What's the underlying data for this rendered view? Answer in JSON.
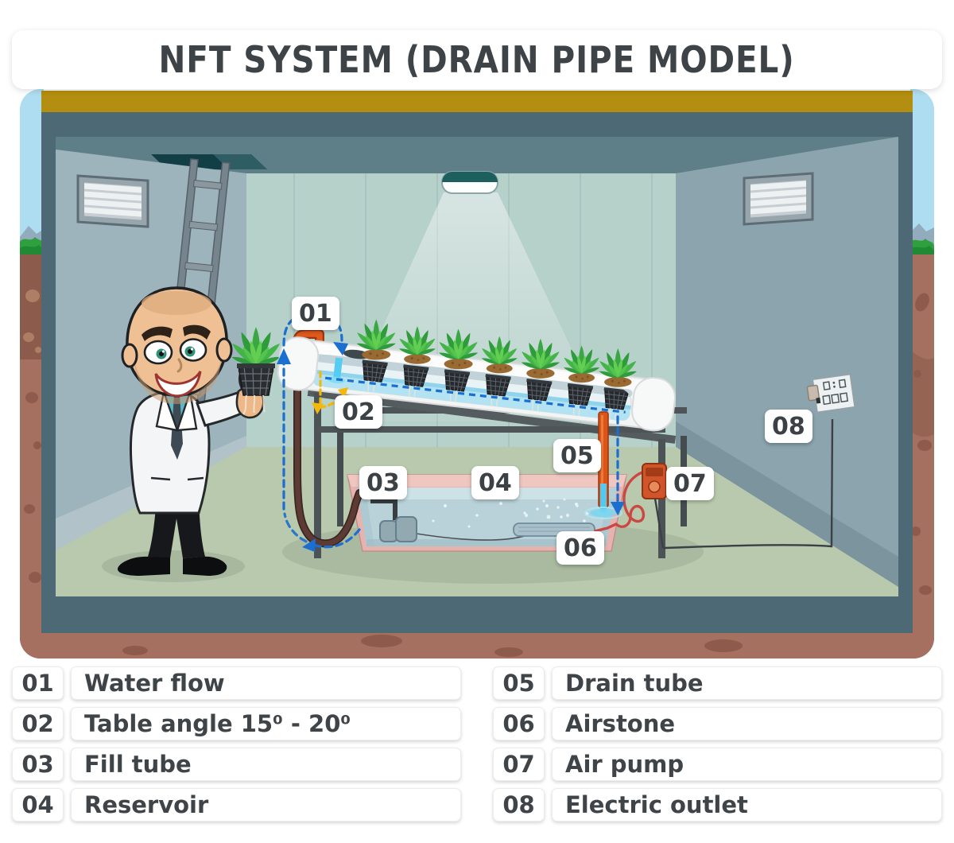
{
  "title": {
    "text": "NFT SYSTEM (DRAIN PIPE MODEL)"
  },
  "scene": {
    "labels": [
      {
        "text": "01"
      },
      {
        "text": "02"
      },
      {
        "text": "03"
      },
      {
        "text": "04"
      },
      {
        "text": "05"
      },
      {
        "text": "06"
      },
      {
        "text": "07"
      },
      {
        "text": "08"
      }
    ]
  },
  "legend": {
    "columns": [
      {
        "items": [
          {
            "num": "01",
            "label": "Water flow"
          },
          {
            "num": "02",
            "label": "Table angle 15⁰ - 20⁰"
          },
          {
            "num": "03",
            "label": "Fill tube"
          },
          {
            "num": "04",
            "label": "Reservoir"
          }
        ]
      },
      {
        "items": [
          {
            "num": "05",
            "label": "Drain tube"
          },
          {
            "num": "06",
            "label": "Airstone"
          },
          {
            "num": "07",
            "label": "Air pump"
          },
          {
            "num": "08",
            "label": "Electric outlet"
          }
        ]
      }
    ]
  },
  "palette": {
    "gold_band": "#b38e10",
    "room_frame": "#4d6975",
    "back_wall": "#b6d0ca",
    "left_wall": "#9db4bd",
    "right_wall": "#8ba4ad",
    "floor": "#b9c9ad",
    "sky": "#aedcf0",
    "soil_light": "#a5705f",
    "soil_dark": "#8c5b4b",
    "reservoir_pink": "#e6b3af",
    "water_blue": "#b3e2f2",
    "flow_dash_blue": "#1a6fd0",
    "angle_dash_yellow": "#f5b80a",
    "pipe_orange": "#dd5417",
    "label_text": "#3c4145"
  }
}
